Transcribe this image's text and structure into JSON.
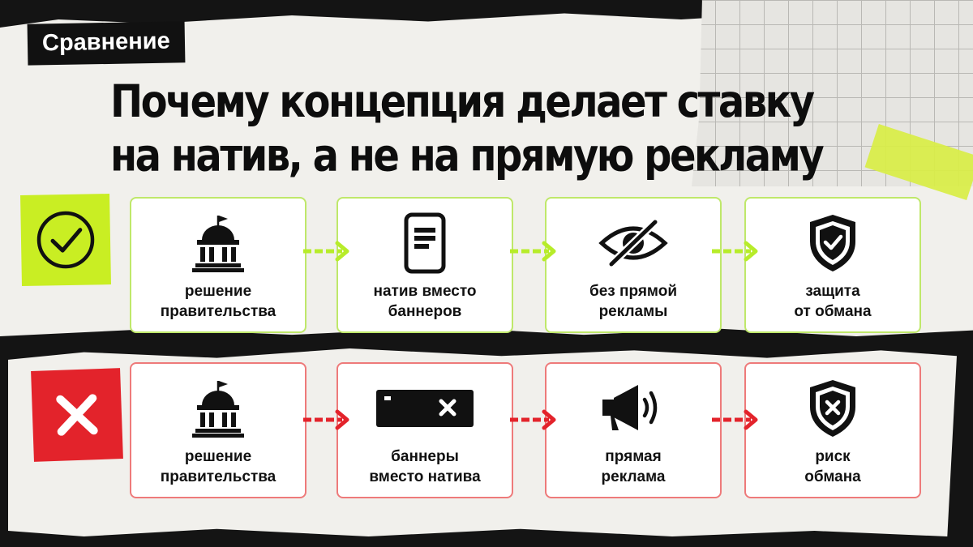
{
  "badge": "Сравнение",
  "title": {
    "line1": "Почему концепция делает ставку",
    "line2": "на натив, а не на прямую рекламу"
  },
  "colors": {
    "good_accent": "#c9ee23",
    "good_border": "#bfe86a",
    "bad_accent": "#e3232b",
    "bad_border": "#ee7a7a",
    "arrow_good": "#b7ec2a",
    "arrow_bad": "#e3232b"
  },
  "rows": {
    "good": {
      "marker_icon": "check-circle-icon",
      "steps": [
        {
          "icon": "government-building-icon",
          "label": "решение\nправительства"
        },
        {
          "icon": "smartphone-content-icon",
          "label": "натив вместо\nбаннеров"
        },
        {
          "icon": "eye-slash-icon",
          "label": "без прямой\nрекламы"
        },
        {
          "icon": "shield-check-icon",
          "label": "защита\nот обмана"
        }
      ]
    },
    "bad": {
      "marker_icon": "cross-icon",
      "steps": [
        {
          "icon": "government-building-icon",
          "label": "решение\nправительства"
        },
        {
          "icon": "banner-close-icon",
          "label": "баннеры\nвместо натива"
        },
        {
          "icon": "megaphone-icon",
          "label": "прямая\nреклама"
        },
        {
          "icon": "shield-x-icon",
          "label": "риск\nобмана"
        }
      ]
    }
  }
}
